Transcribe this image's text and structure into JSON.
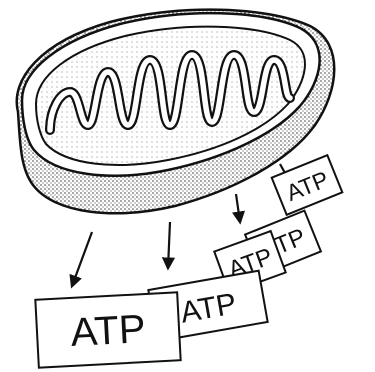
{
  "diagram": {
    "mitochondrion": {
      "icon": "mitochondrion-icon"
    },
    "arrow_count": 4,
    "atp_labels": [
      "ATP",
      "ATP",
      "ATP",
      "ATP",
      "ATP"
    ]
  }
}
